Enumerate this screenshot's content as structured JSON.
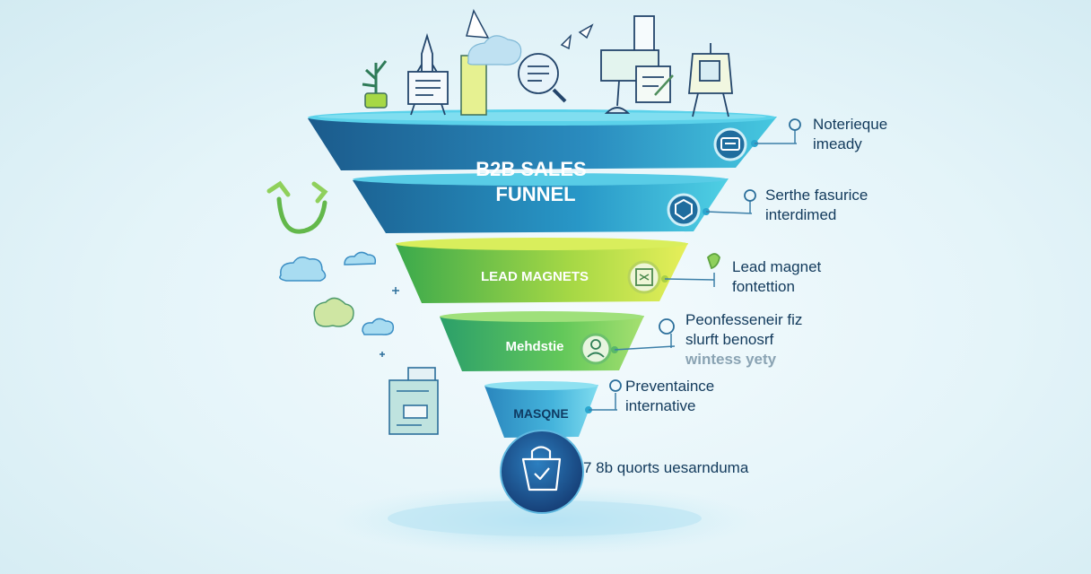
{
  "funnel": {
    "title_line1": "B2B SALES",
    "title_line2": "FUNNEL",
    "stages": [
      {
        "label": "",
        "color_top": "#2f97c6",
        "color_bottom": "#1b5b8c"
      },
      {
        "label": "",
        "color_top": "#2ba6cf",
        "color_bottom": "#1c6a99"
      },
      {
        "label": "LEAD MAGNETS",
        "color_top": "#c6e34a",
        "color_bottom": "#43b04f"
      },
      {
        "label": "Mehdstie",
        "color_top": "#79d35a",
        "color_bottom": "#2fa36c"
      },
      {
        "label": "MASQNE",
        "color_top": "#5cc7e6",
        "color_bottom": "#2d8fc4"
      }
    ]
  },
  "annotations": [
    {
      "line1": "Noterieque",
      "line2": "imeady"
    },
    {
      "line1": "Serthe fasurice",
      "line2": "interdimed"
    },
    {
      "line1": "Lead magnet",
      "line2": "fontettion"
    },
    {
      "line1": "Peonfesseneir fiz",
      "line2": "slurft benosrf",
      "line3": "wintess yety"
    },
    {
      "line1": "Preventaince",
      "line2": "internative"
    }
  ],
  "bottom_note": "7 8b quorts uesarnduma",
  "icons": [
    "plant-icon",
    "document-board-icon",
    "rocket-icon",
    "cloud-icon",
    "magnifier-icon",
    "easel-board-icon",
    "recycle-arrows-icon",
    "cloud-icon",
    "document-stack-icon",
    "cart-bag-icon",
    "gear-icon",
    "shield-icon",
    "person-icon"
  ],
  "colors": {
    "navy": "#123a5c",
    "teal": "#2aa7cf",
    "lime": "#c6e34a",
    "green": "#43b04f",
    "sphere": "#1d5d98"
  }
}
